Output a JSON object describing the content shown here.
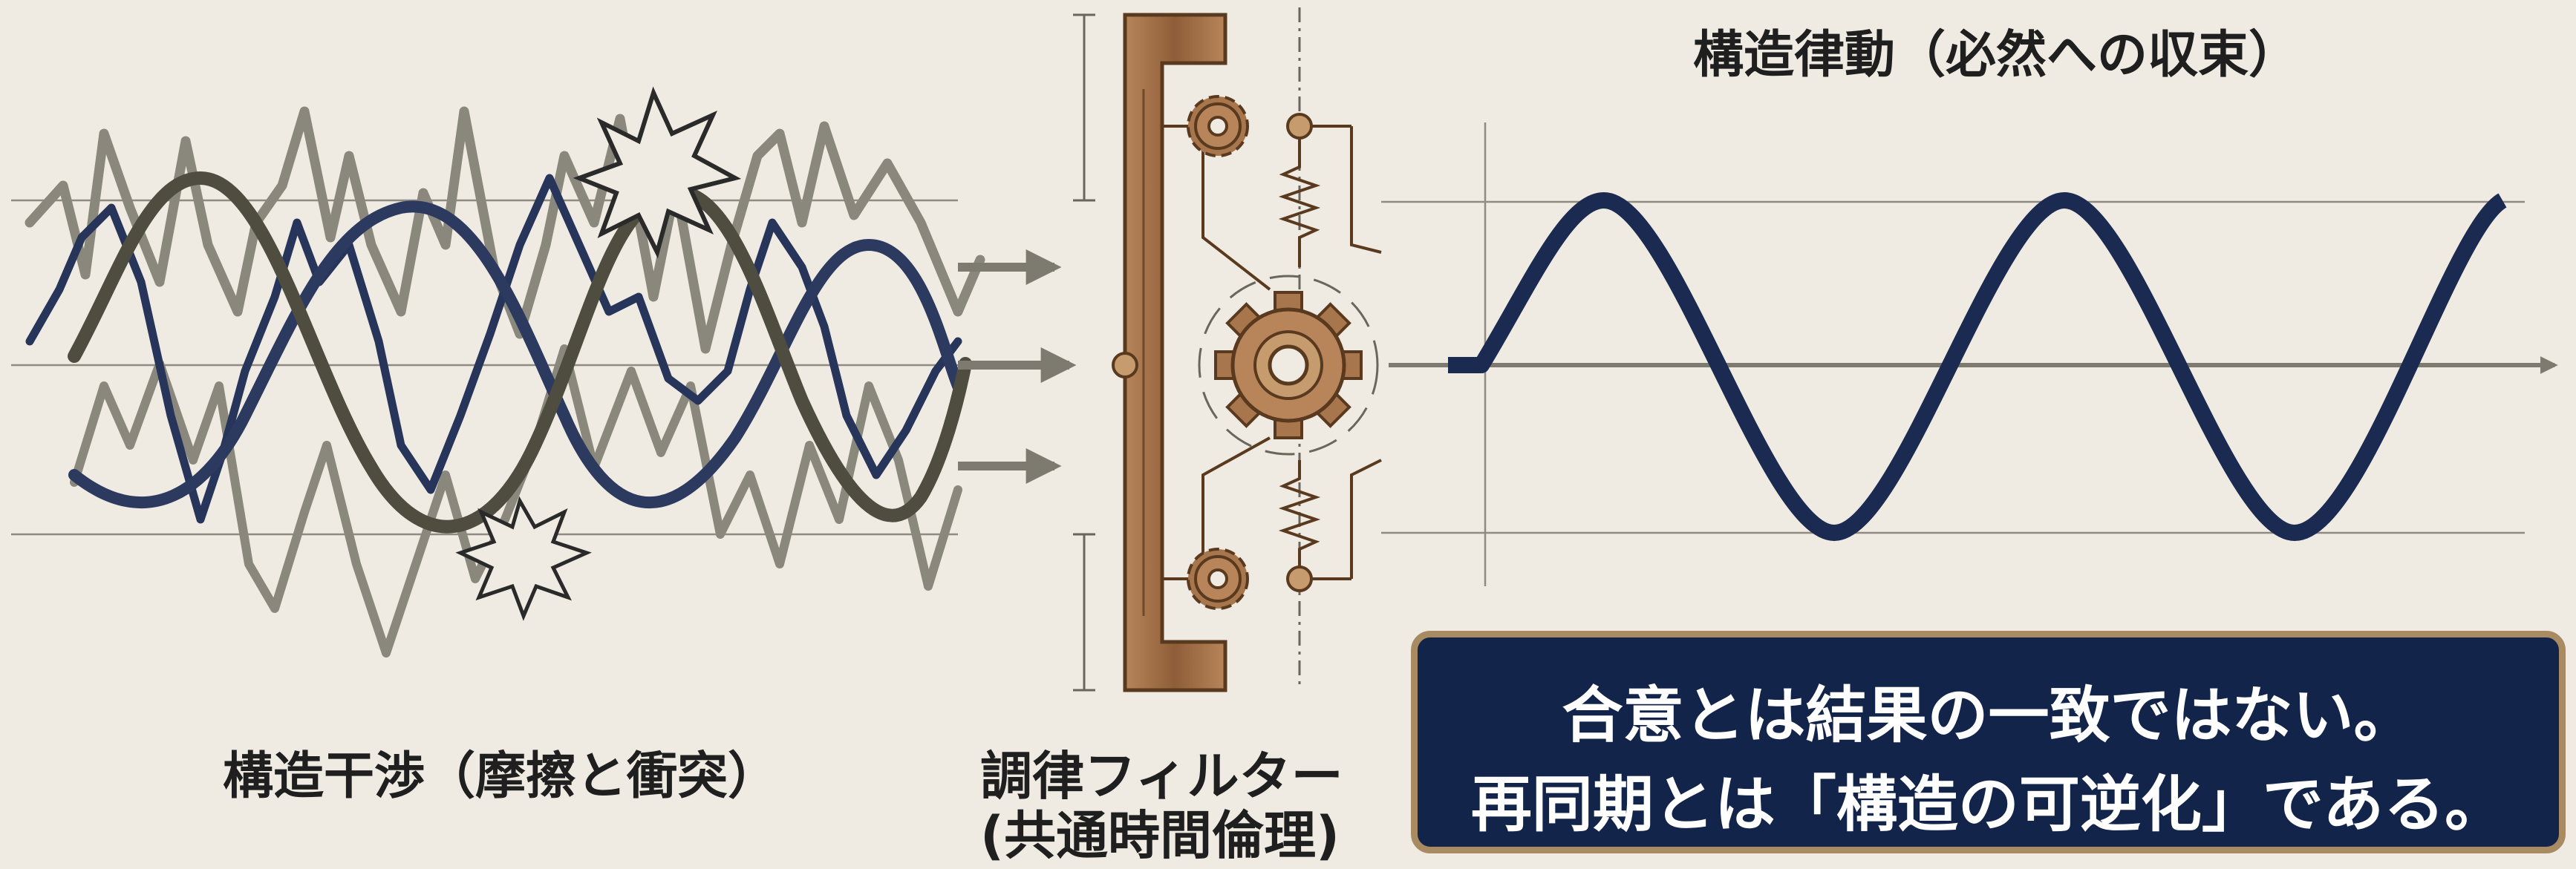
{
  "labels": {
    "left": "構造干渉（摩擦と衝突）",
    "filter_line1": "調律フィルター",
    "filter_line2": "(共通時間倫理)",
    "right": "構造律動（必然への収束）"
  },
  "message": {
    "line1": "合意とは結果の一致ではない。",
    "line2": "再同期とは「構造の可逆化」である。"
  },
  "colors": {
    "background": "#efebe2",
    "navy": "#1b2a50",
    "gray": "#7d7b70",
    "olive": "#4d4b3e",
    "bronze": "#a8764d",
    "bronze_dark": "#5a3a1f",
    "box_border": "#a88b63"
  },
  "icons": [
    "collision-burst-icon",
    "gear-icon",
    "spring-icon",
    "arrow-right-icon"
  ]
}
